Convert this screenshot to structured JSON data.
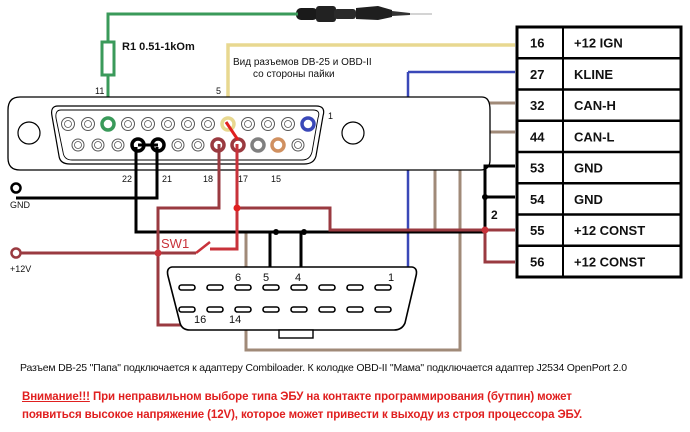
{
  "diagram": {
    "resistor_label": "R1 0.51-1kOm",
    "view_note_line1": "Вид разъемов DB-25 и OBD-II",
    "view_note_line2": "со стороны пайки",
    "db25_pin_labels": {
      "p11": "11",
      "p5": "5",
      "p1": "1",
      "p22": "22",
      "p21": "21",
      "p18": "18",
      "p17": "17",
      "p15": "15"
    },
    "obd_pin_labels": {
      "p6": "6",
      "p5": "5",
      "p4": "4",
      "p1": "1",
      "p16": "16",
      "p14": "14"
    },
    "gnd_label": "GND",
    "v12_label": "+12V",
    "switch_label": "SW1",
    "junction_label": "2",
    "wire_colors": {
      "green": "#3a9a5a",
      "yellow": "#e8d890",
      "blue": "#3a48b8",
      "brown": "#a08a78",
      "red": "#c8323a",
      "darkred": "#9a3a40",
      "black": "#000000"
    }
  },
  "pin_table": {
    "rows": [
      {
        "pin": "16",
        "signal": "+12 IGN"
      },
      {
        "pin": "27",
        "signal": "KLINE"
      },
      {
        "pin": "32",
        "signal": "CAN-H"
      },
      {
        "pin": "44",
        "signal": "CAN-L"
      },
      {
        "pin": "53",
        "signal": "GND"
      },
      {
        "pin": "54",
        "signal": "GND"
      },
      {
        "pin": "55",
        "signal": "+12 CONST"
      },
      {
        "pin": "56",
        "signal": "+12 CONST"
      }
    ]
  },
  "caption": "Разъем DB-25 \"Папа\" подключается к адаптеру Combiloader.  К колодке OBD-II \"Мама\" подключается адаптер J2534 OpenPort 2.0",
  "warning": {
    "prefix": "Внимание!!!",
    "line1_rest": " При  неправильном  выборе  типа  ЭБУ  на  контакте программирования (бутпин)  может",
    "line2": "появиться  высокое  напряжение (12V),  которое может привести к выходу из строя процессора ЭБУ."
  }
}
